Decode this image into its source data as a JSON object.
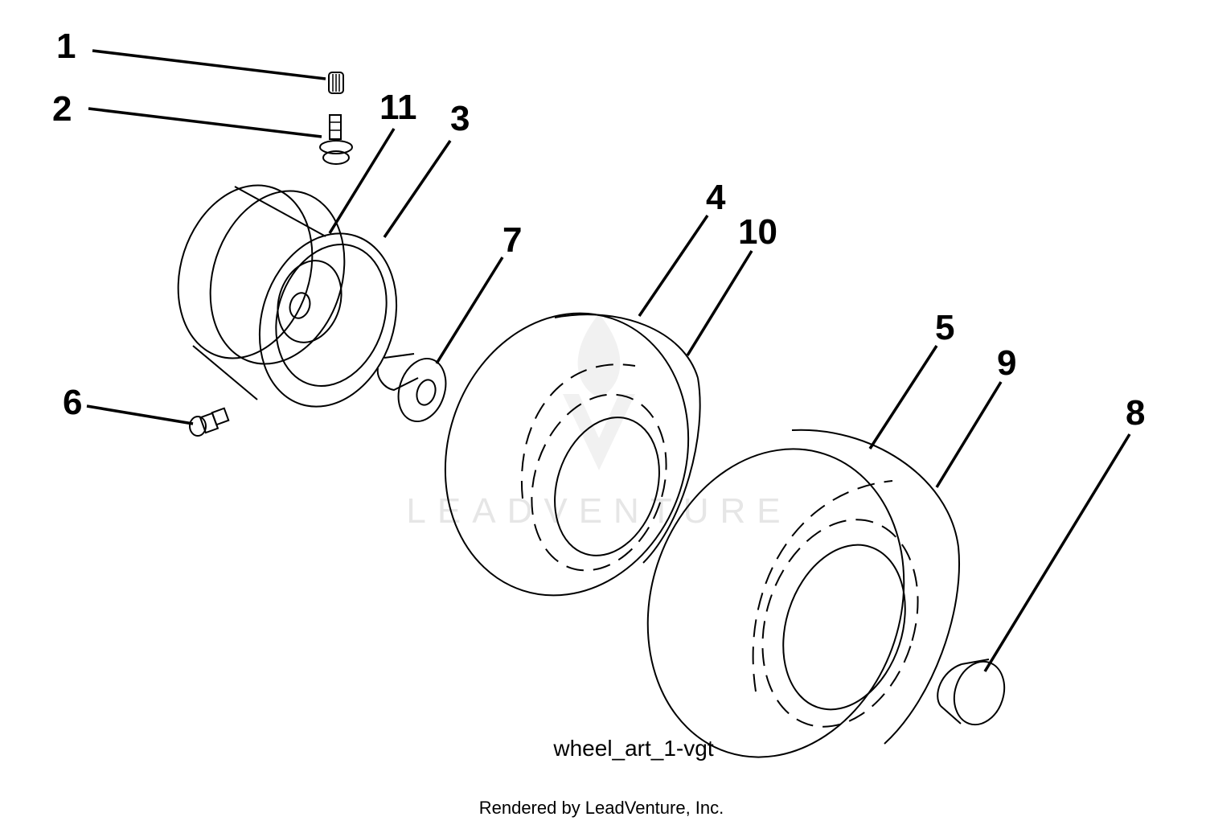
{
  "diagram": {
    "callouts": [
      "1",
      "2",
      "11",
      "3",
      "7",
      "4",
      "10",
      "6",
      "5",
      "9",
      "8"
    ],
    "caption": "wheel_art_1-vgt",
    "watermark": "LEADVENTURE",
    "footer": "Rendered by LeadVenture, Inc."
  },
  "colors": {
    "line": "#000000",
    "watermark": "#e6e6e6",
    "background": "#ffffff"
  }
}
